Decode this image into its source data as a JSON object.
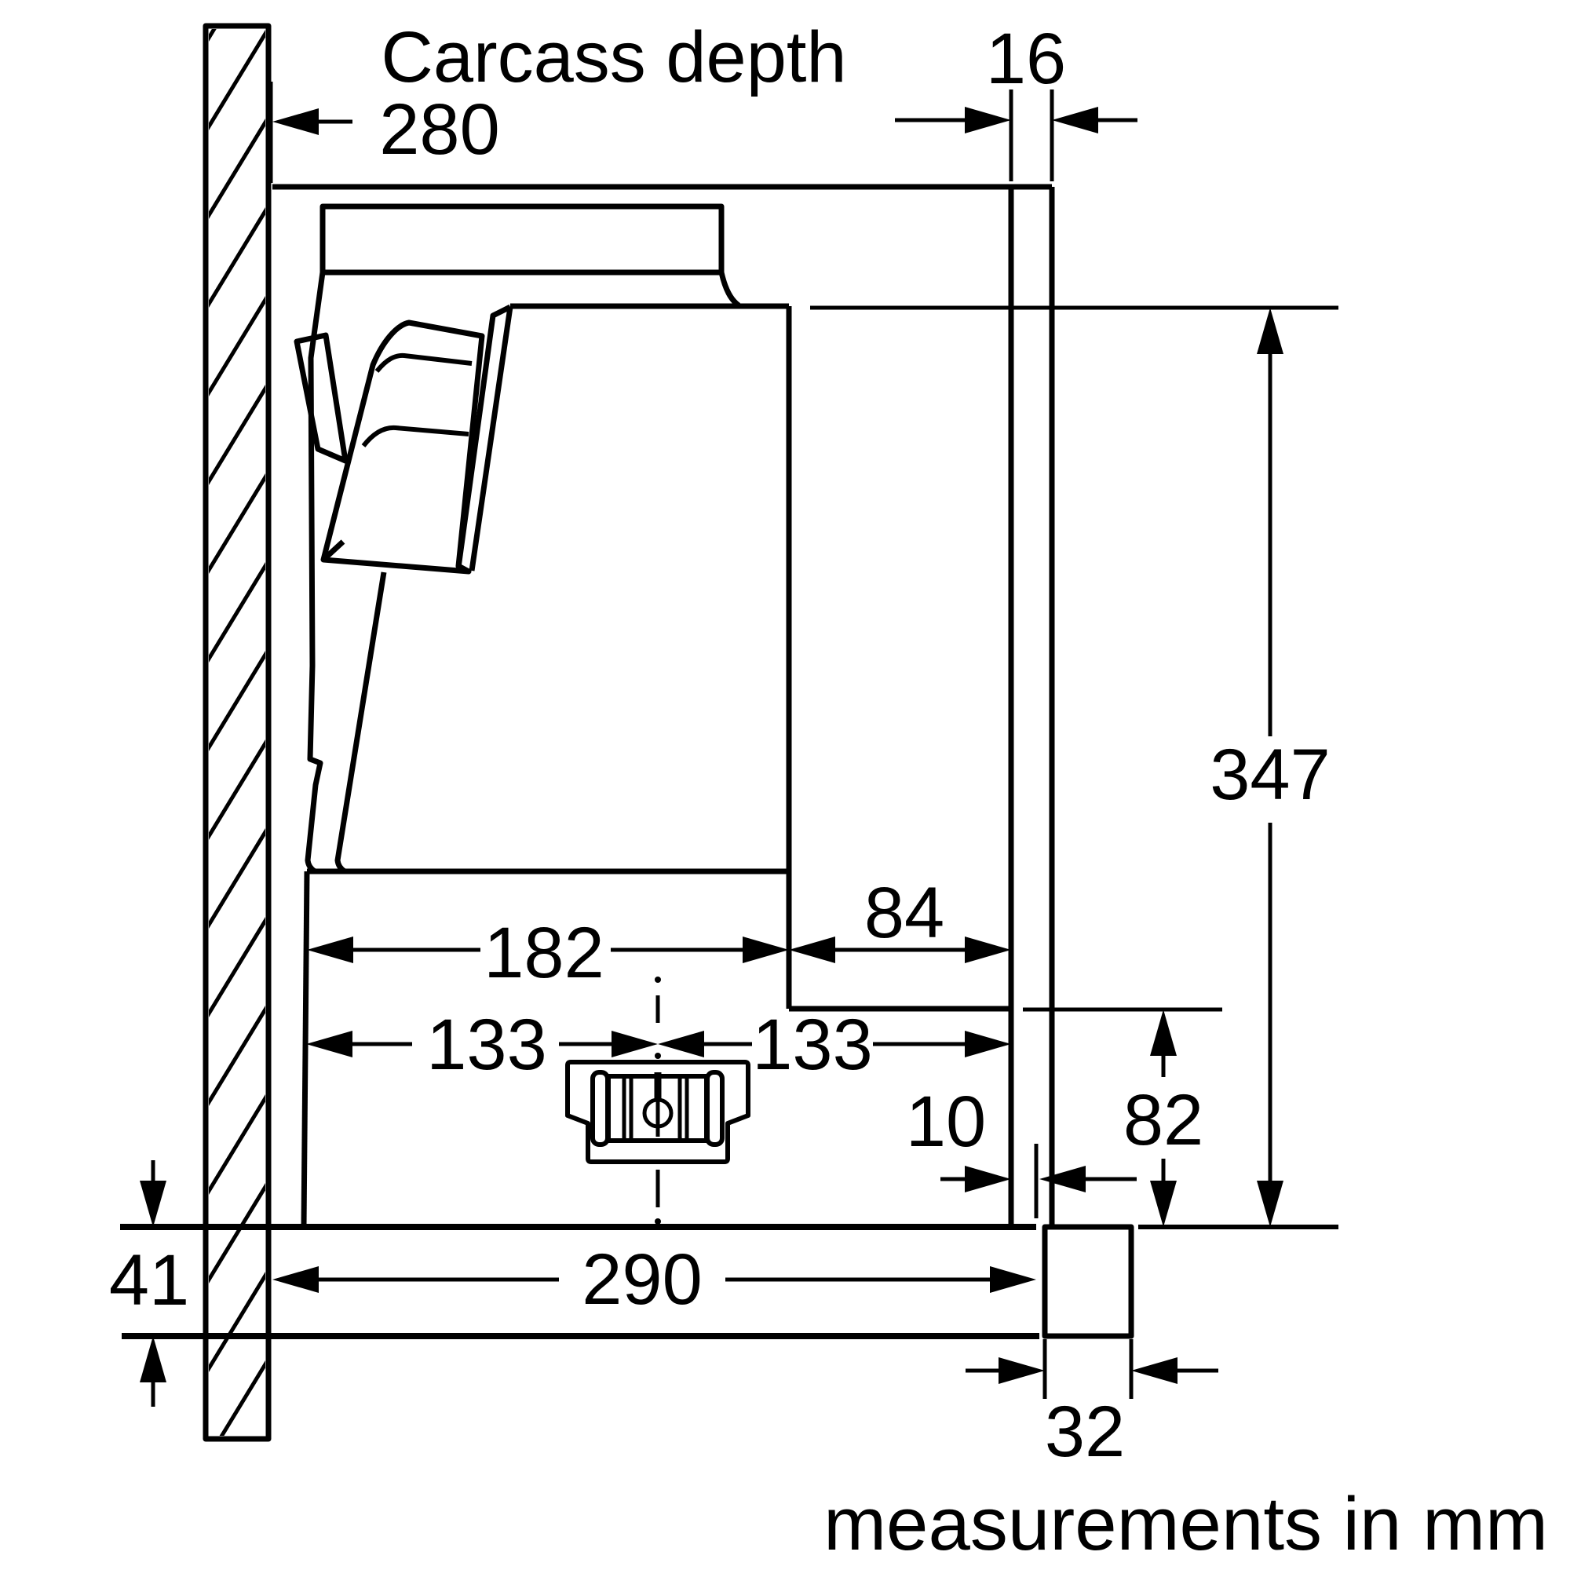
{
  "drawing": {
    "title": "Carcass depth",
    "footer_note": "measurements in mm",
    "unit": "mm",
    "colors": {
      "line": "#000000",
      "background": "#ffffff"
    },
    "symbols": {
      "power_connection": "mains-cable-connection-symbol",
      "wall": "hatched-wall-section"
    }
  },
  "dims": {
    "carcass_depth": {
      "value": "280",
      "label": "Carcass depth"
    },
    "front_panel_thickness": {
      "value": "16"
    },
    "niche_height": {
      "value": "347"
    },
    "rear_clearance_depth": {
      "value": "84"
    },
    "body_depth": {
      "value": "182"
    },
    "cable_offset_left": {
      "value": "133"
    },
    "cable_offset_right": {
      "value": "133"
    },
    "panel_gap": {
      "value": "10"
    },
    "lower_section_height": {
      "value": "82"
    },
    "worktop_thickness": {
      "value": "41"
    },
    "recess_depth": {
      "value": "290"
    },
    "bottom_rail_width": {
      "value": "32"
    }
  }
}
